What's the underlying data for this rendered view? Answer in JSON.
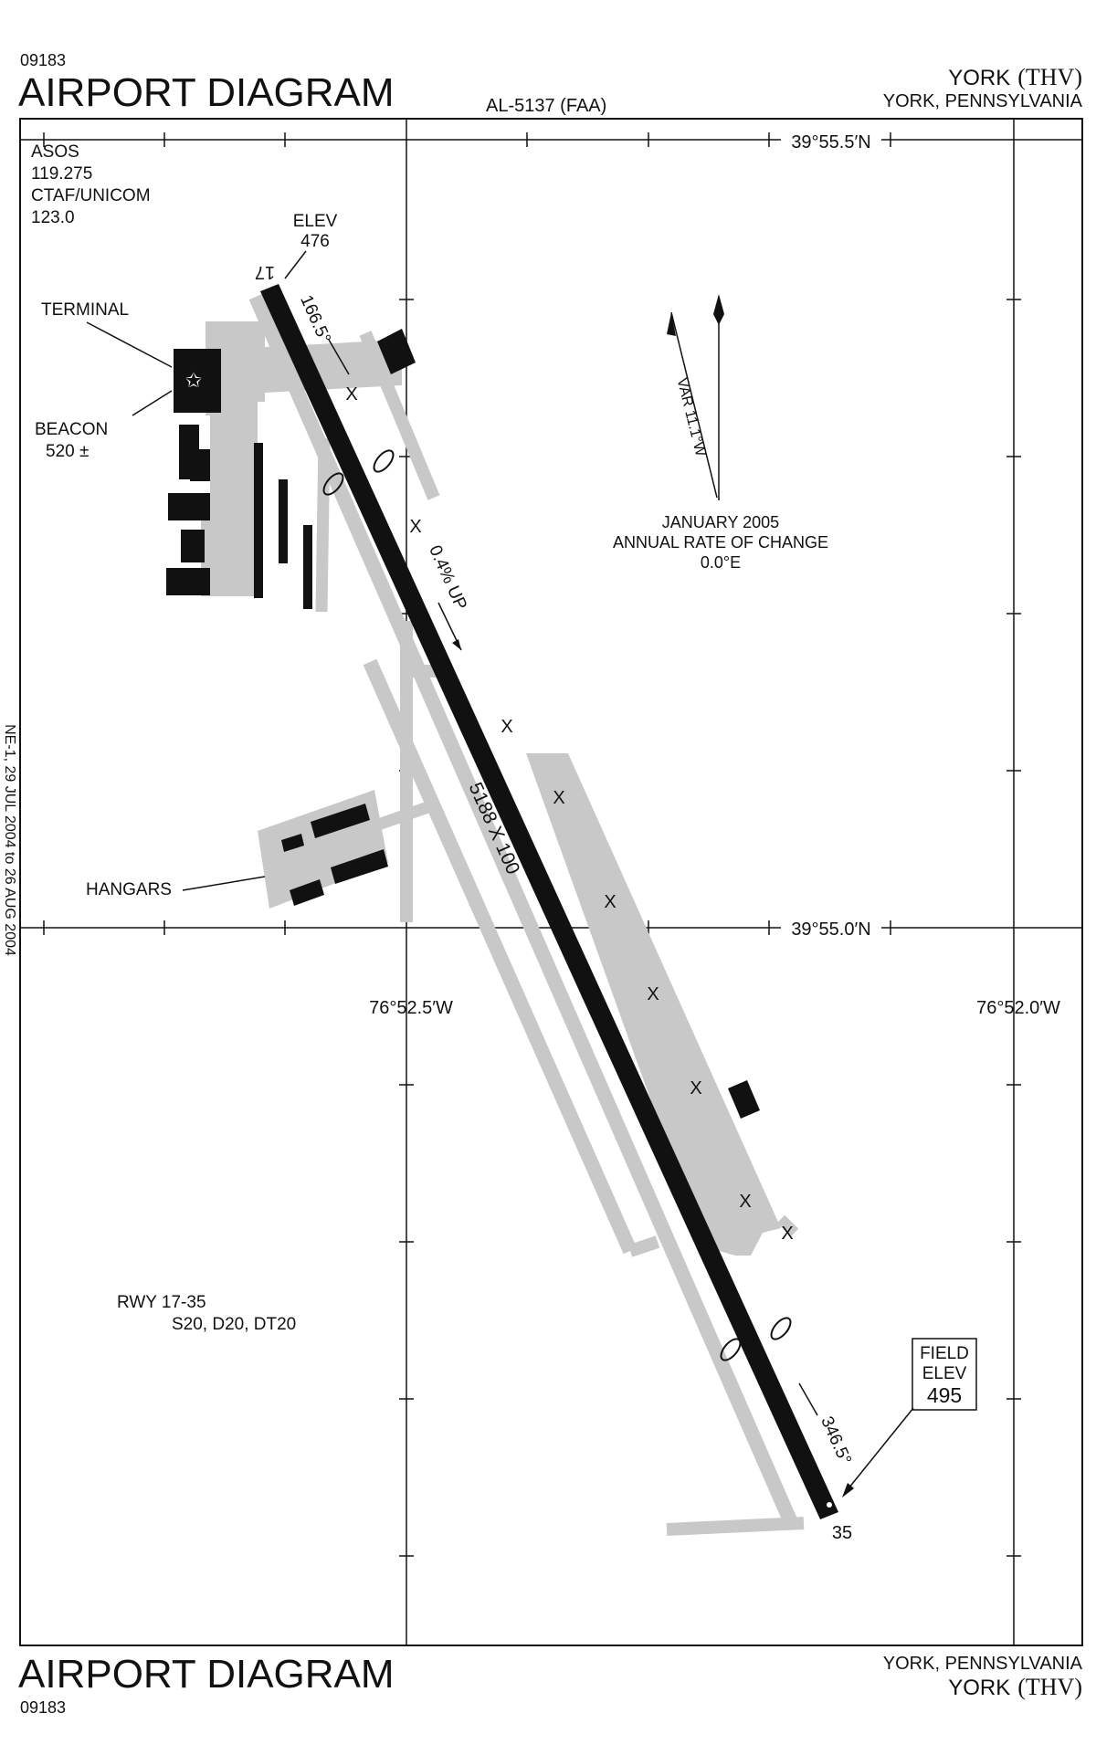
{
  "header": {
    "chart_number": "09183",
    "title": "AIRPORT DIAGRAM",
    "procedure_id": "AL-5137 (FAA)",
    "city": "YORK",
    "ident": "(THV)",
    "location": "YORK, PENNSYLVANIA"
  },
  "footer": {
    "title": "AIRPORT DIAGRAM",
    "chart_number": "09183",
    "location": "YORK, PENNSYLVANIA",
    "city": "YORK",
    "ident": "(THV)"
  },
  "frequencies": {
    "asos_label": "ASOS",
    "asos_freq": "119.275",
    "ctaf_label": "CTAF/UNICOM",
    "ctaf_freq": "123.0"
  },
  "coordinates": {
    "lat_north": "39°55.5′N",
    "lat_south": "39°55.0′N",
    "lon_west": "76°52.5′W",
    "lon_east": "76°52.0′W"
  },
  "runway": {
    "end_north": "17",
    "end_south": "35",
    "heading_north": "166.5°",
    "heading_south": "346.5°",
    "dimensions": "5188 X 100",
    "gradient": "0.4% UP",
    "elev_label": "ELEV",
    "elev_value": "476",
    "designation": "RWY 17-35",
    "strength": "S20, D20, DT20"
  },
  "field_elev": {
    "line1": "FIELD",
    "line2": "ELEV",
    "value": "495"
  },
  "labels": {
    "terminal": "TERMINAL",
    "beacon": "BEACON",
    "beacon_elev": "520 ±",
    "hangars": "HANGARS"
  },
  "magnetic": {
    "variation": "VAR 11.1°W",
    "date": "JANUARY 2005",
    "rate_label": "ANNUAL RATE OF CHANGE",
    "rate_value": "0.0°E"
  },
  "side_text": "NE-1, 29 JUL 2004 to 26 AUG 2004"
}
